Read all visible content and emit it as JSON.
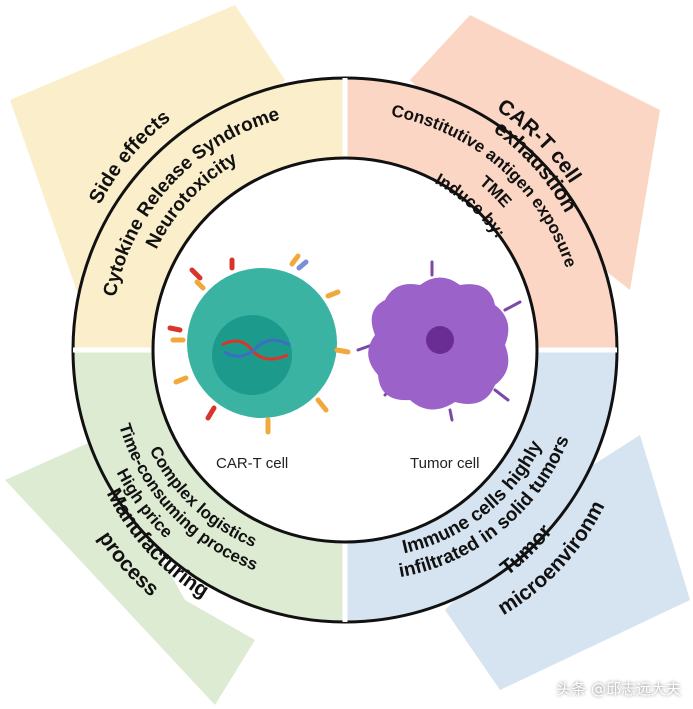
{
  "quadrants": {
    "top_left": {
      "title": "Side effects",
      "lines": [
        "Cytokine Release Syndrome",
        "Neurotoxicity"
      ],
      "color": "#fbeecb"
    },
    "top_right": {
      "title_lines": [
        "CAR-T cell",
        "exhaustion"
      ],
      "lines": [
        "Induce by:",
        "Constitutive antigen exposure",
        "TME"
      ],
      "color": "#fbd6c4"
    },
    "bottom_left": {
      "title_lines": [
        "Manufacturing",
        "process"
      ],
      "lines": [
        "Complex logistics",
        "Time-consuming process",
        "High price"
      ],
      "color": "#deebd3"
    },
    "bottom_right": {
      "title_lines": [
        "Tumor",
        "microenvironment"
      ],
      "lines": [
        "Immune cells highly",
        "infiltrated in solid tumors"
      ],
      "color": "#d6e4f1"
    }
  },
  "center": {
    "car_t_label": "CAR-T cell",
    "tumor_label": "Tumor cell",
    "car_t_color": "#3bb3a3",
    "tumor_color": "#9b63c9"
  },
  "watermark": "头条 @邱志远大夫"
}
